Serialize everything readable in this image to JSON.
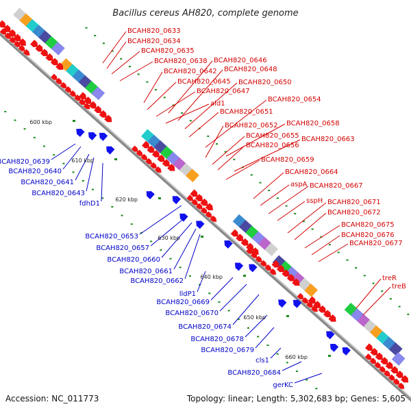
{
  "title": "Bacillus cereus AH820, complete genome",
  "footer": {
    "accession": "Accession: NC_011773",
    "summary": "Topology: linear; Length: 5,302,683 bp; Genes: 5,605"
  },
  "colors": {
    "forward": "#ee1111",
    "reverse": "#1111ee",
    "backbone": "#808080",
    "tick_mark": "#1a8a1a",
    "label_forward": "#d40000",
    "label_reverse": "#0000c8"
  },
  "ticks": [
    "600 kbp",
    "610 kbp",
    "620 kbp",
    "630 kbp",
    "640 kbp",
    "650 kbp",
    "660 kbp"
  ],
  "forward_genes": [
    "BCAH820_0633",
    "BCAH820_0634",
    "BCAH820_0635",
    "BCAH820_0638",
    "BCAH820_0642",
    "BCAH820_0645",
    "BCAH820_0647",
    "ald1",
    "BCAH820_0652",
    "BCAH820_0655",
    "BCAH820_0656",
    "BCAH820_0659",
    "BCAH820_0646",
    "BCAH820_0648",
    "BCAH820_0650",
    "BCAH820_0651",
    "BCAH820_0654",
    "BCAH820_0658",
    "BCAH820_0663",
    "BCAH820_0664",
    "aspA",
    "BCAH820_0667",
    "sspH",
    "BCAH820_0671",
    "BCAH820_0672",
    "BCAH820_0675",
    "BCAH820_0676",
    "BCAH820_0677",
    "treR",
    "treB"
  ],
  "reverse_genes": [
    "BCAH820_0639",
    "BCAH820_0640",
    "BCAH820_0641",
    "BCAH820_0643",
    "fdhD1",
    "BCAH820_0653",
    "BCAH820_0657",
    "BCAH820_0660",
    "BCAH820_0661",
    "BCAH820_0662",
    "lldP1",
    "BCAH820_0669",
    "BCAH820_0670",
    "BCAH820_0674",
    "BCAH820_0678",
    "BCAH820_0679",
    "cls1",
    "BCAH820_0684",
    "gerKC"
  ]
}
